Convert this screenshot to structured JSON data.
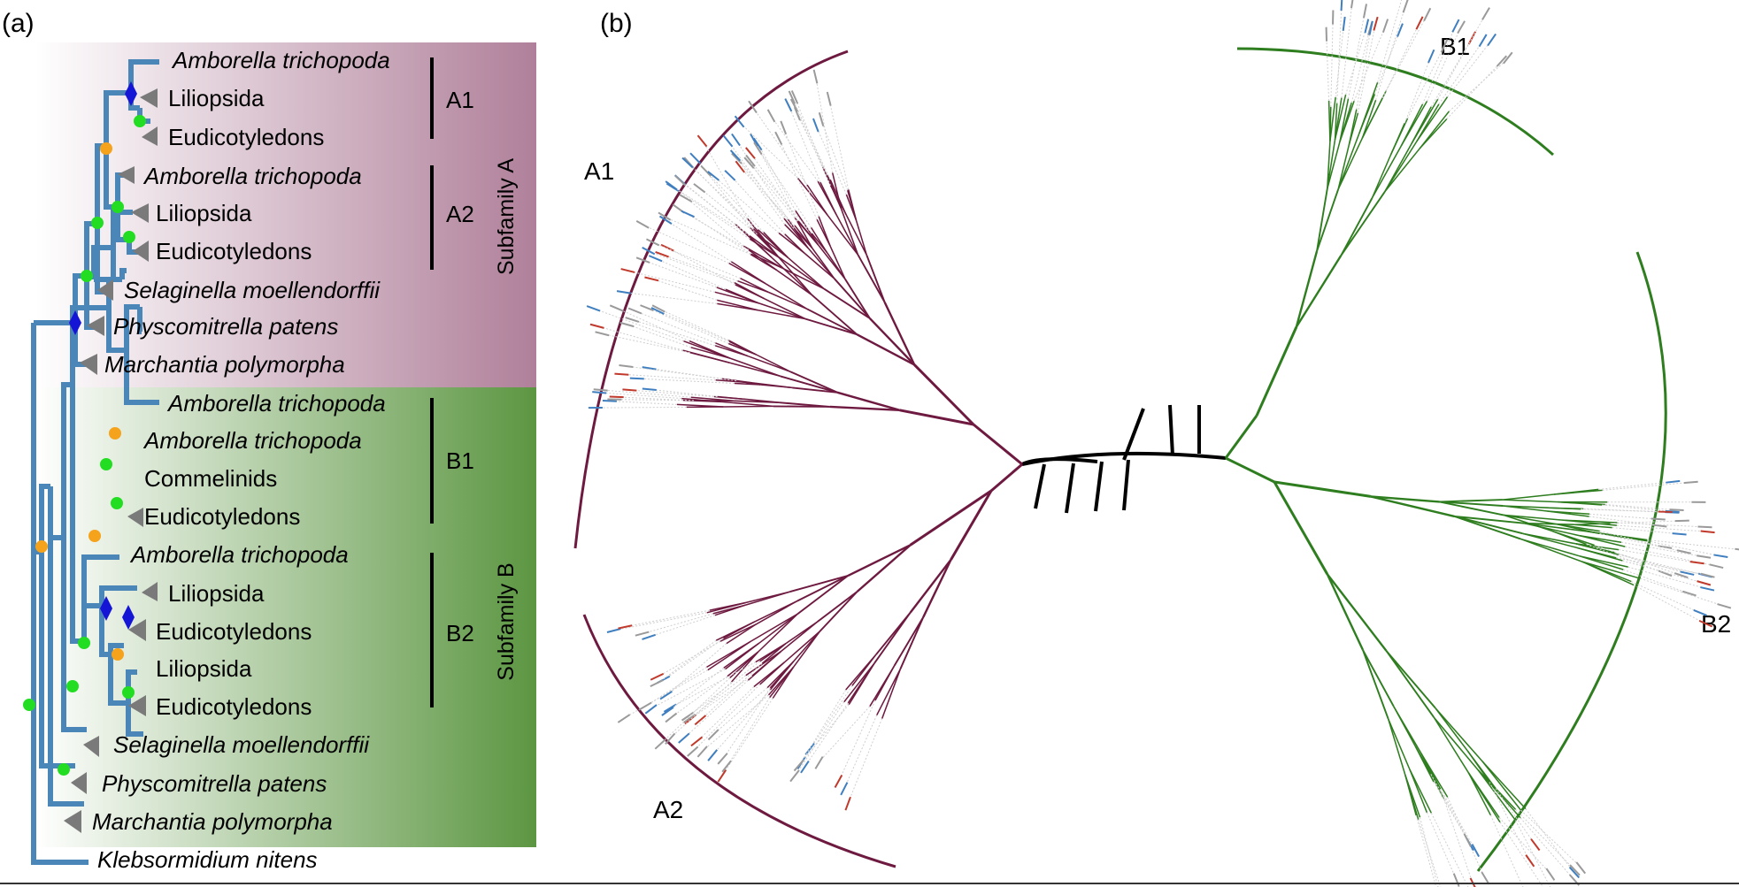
{
  "panel_a": {
    "label": "(a)",
    "subfamily_a": "Subfamily A",
    "subfamily_b": "Subfamily B",
    "clades": {
      "a1": "A1",
      "a2": "A2",
      "b1": "B1",
      "b2": "B2"
    },
    "taxa": [
      "Amborella trichopoda",
      "Liliopsida",
      "Eudicotyledons",
      "Amborella trichopoda",
      "Liliopsida",
      "Eudicotyledons",
      "Selaginella moellendorffii",
      "Physcomitrella patens",
      "Marchantia polymorpha",
      "Amborella trichopoda",
      "Amborella trichopoda",
      "Commelinids",
      "Eudicotyledons",
      "Amborella trichopoda",
      "Liliopsida",
      "Eudicotyledons",
      "Liliopsida",
      "Eudicotyledons",
      "Selaginella moellendorffii",
      "Physcomitrella patens",
      "Marchantia polymorpha",
      "Klebsormidium nitens"
    ],
    "colors": {
      "branch": "#4a86b8",
      "collapsed": "#7a7a7a",
      "node_green": "#22dd22",
      "node_orange": "#f5a21c",
      "node_blue": "#1515d6",
      "shade_a": "#b0809a",
      "shade_b": "#5c9642"
    }
  },
  "panel_b": {
    "label": "(b)",
    "clades": {
      "a1": "A1",
      "a2": "A2",
      "b1": "B1",
      "b2": "B2"
    },
    "colors": {
      "subfamily_a": "#6e1a40",
      "subfamily_b": "#2e7d1f",
      "backbone": "#000000",
      "tip_blue": "#3f7fc0",
      "tip_red": "#c0392b",
      "tip_grey": "#9a9a9a"
    }
  }
}
